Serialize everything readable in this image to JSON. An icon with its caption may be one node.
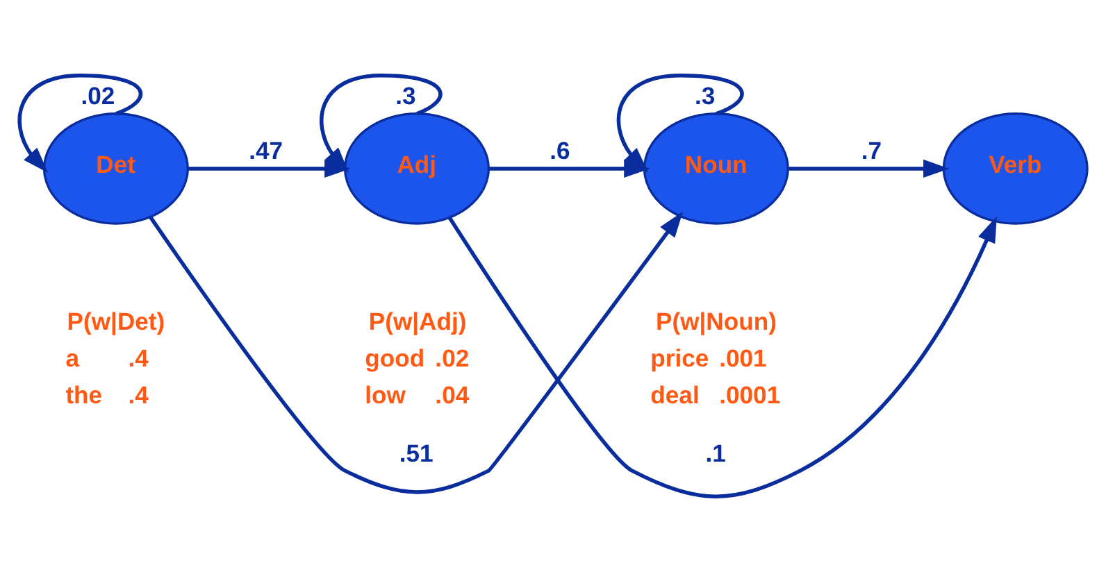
{
  "diagram": {
    "nodes": [
      {
        "text": [
          "Det"
        ],
        "beside": [
          "P(w|Det)",
          "a",
          ".4",
          "the",
          ".4"
        ]
      },
      {
        "text": [
          "Adj"
        ],
        "beside": [
          "P(w|Adj)",
          "good",
          ".02",
          "low",
          ".04"
        ]
      },
      {
        "text": [
          "Noun"
        ],
        "beside": [
          "P(w|Noun)",
          "price",
          ".001",
          "deal",
          ".0001"
        ]
      },
      {
        "text": [
          "Verb"
        ]
      }
    ],
    "edges": [
      {
        "from": 0,
        "to": 0,
        "arrow": "to",
        "label": ".02"
      },
      {
        "from": 1,
        "to": 1,
        "arrow": "to",
        "label": ".3"
      },
      {
        "from": 2,
        "to": 2,
        "arrow": "to",
        "label": ".3"
      },
      {
        "from": 0,
        "to": 1,
        "arrow": "to",
        "label": ".47"
      },
      {
        "from": 1,
        "to": 2,
        "arrow": "to",
        "label": ".6"
      },
      {
        "from": 2,
        "to": 3,
        "arrow": "to",
        "label": ".7"
      },
      {
        "from": 0,
        "to": 2,
        "arrow": "to",
        "label": ".51"
      },
      {
        "from": 1,
        "to": 3,
        "arrow": "to",
        "label": ".1"
      }
    ]
  }
}
